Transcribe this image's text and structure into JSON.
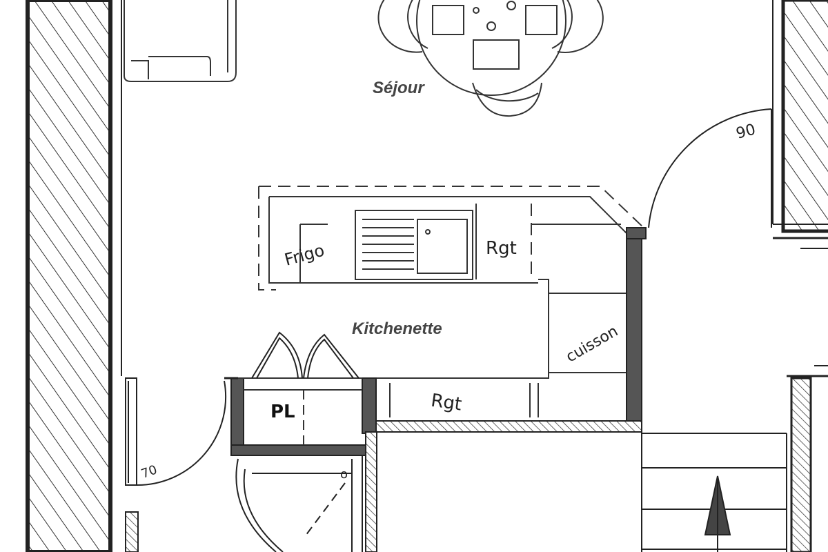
{
  "rooms": {
    "sejour": "Séjour",
    "kitchenette": "Kitchenette",
    "placard": "PL"
  },
  "annotations": {
    "frigo": "Frigo",
    "rangement_upper": "Rgt",
    "rangement_lower": "Rgt",
    "cuisson": "cuisson",
    "door_width_main": "90",
    "door_width_left": "70",
    "sink_mark": "o",
    "shower_mark": "o"
  },
  "colors": {
    "line": "#222222",
    "wall_fill": "#555555",
    "hatch": "#333333",
    "paper": "#ffffff"
  },
  "icons": {
    "stair_arrow": "arrow-up-icon"
  }
}
